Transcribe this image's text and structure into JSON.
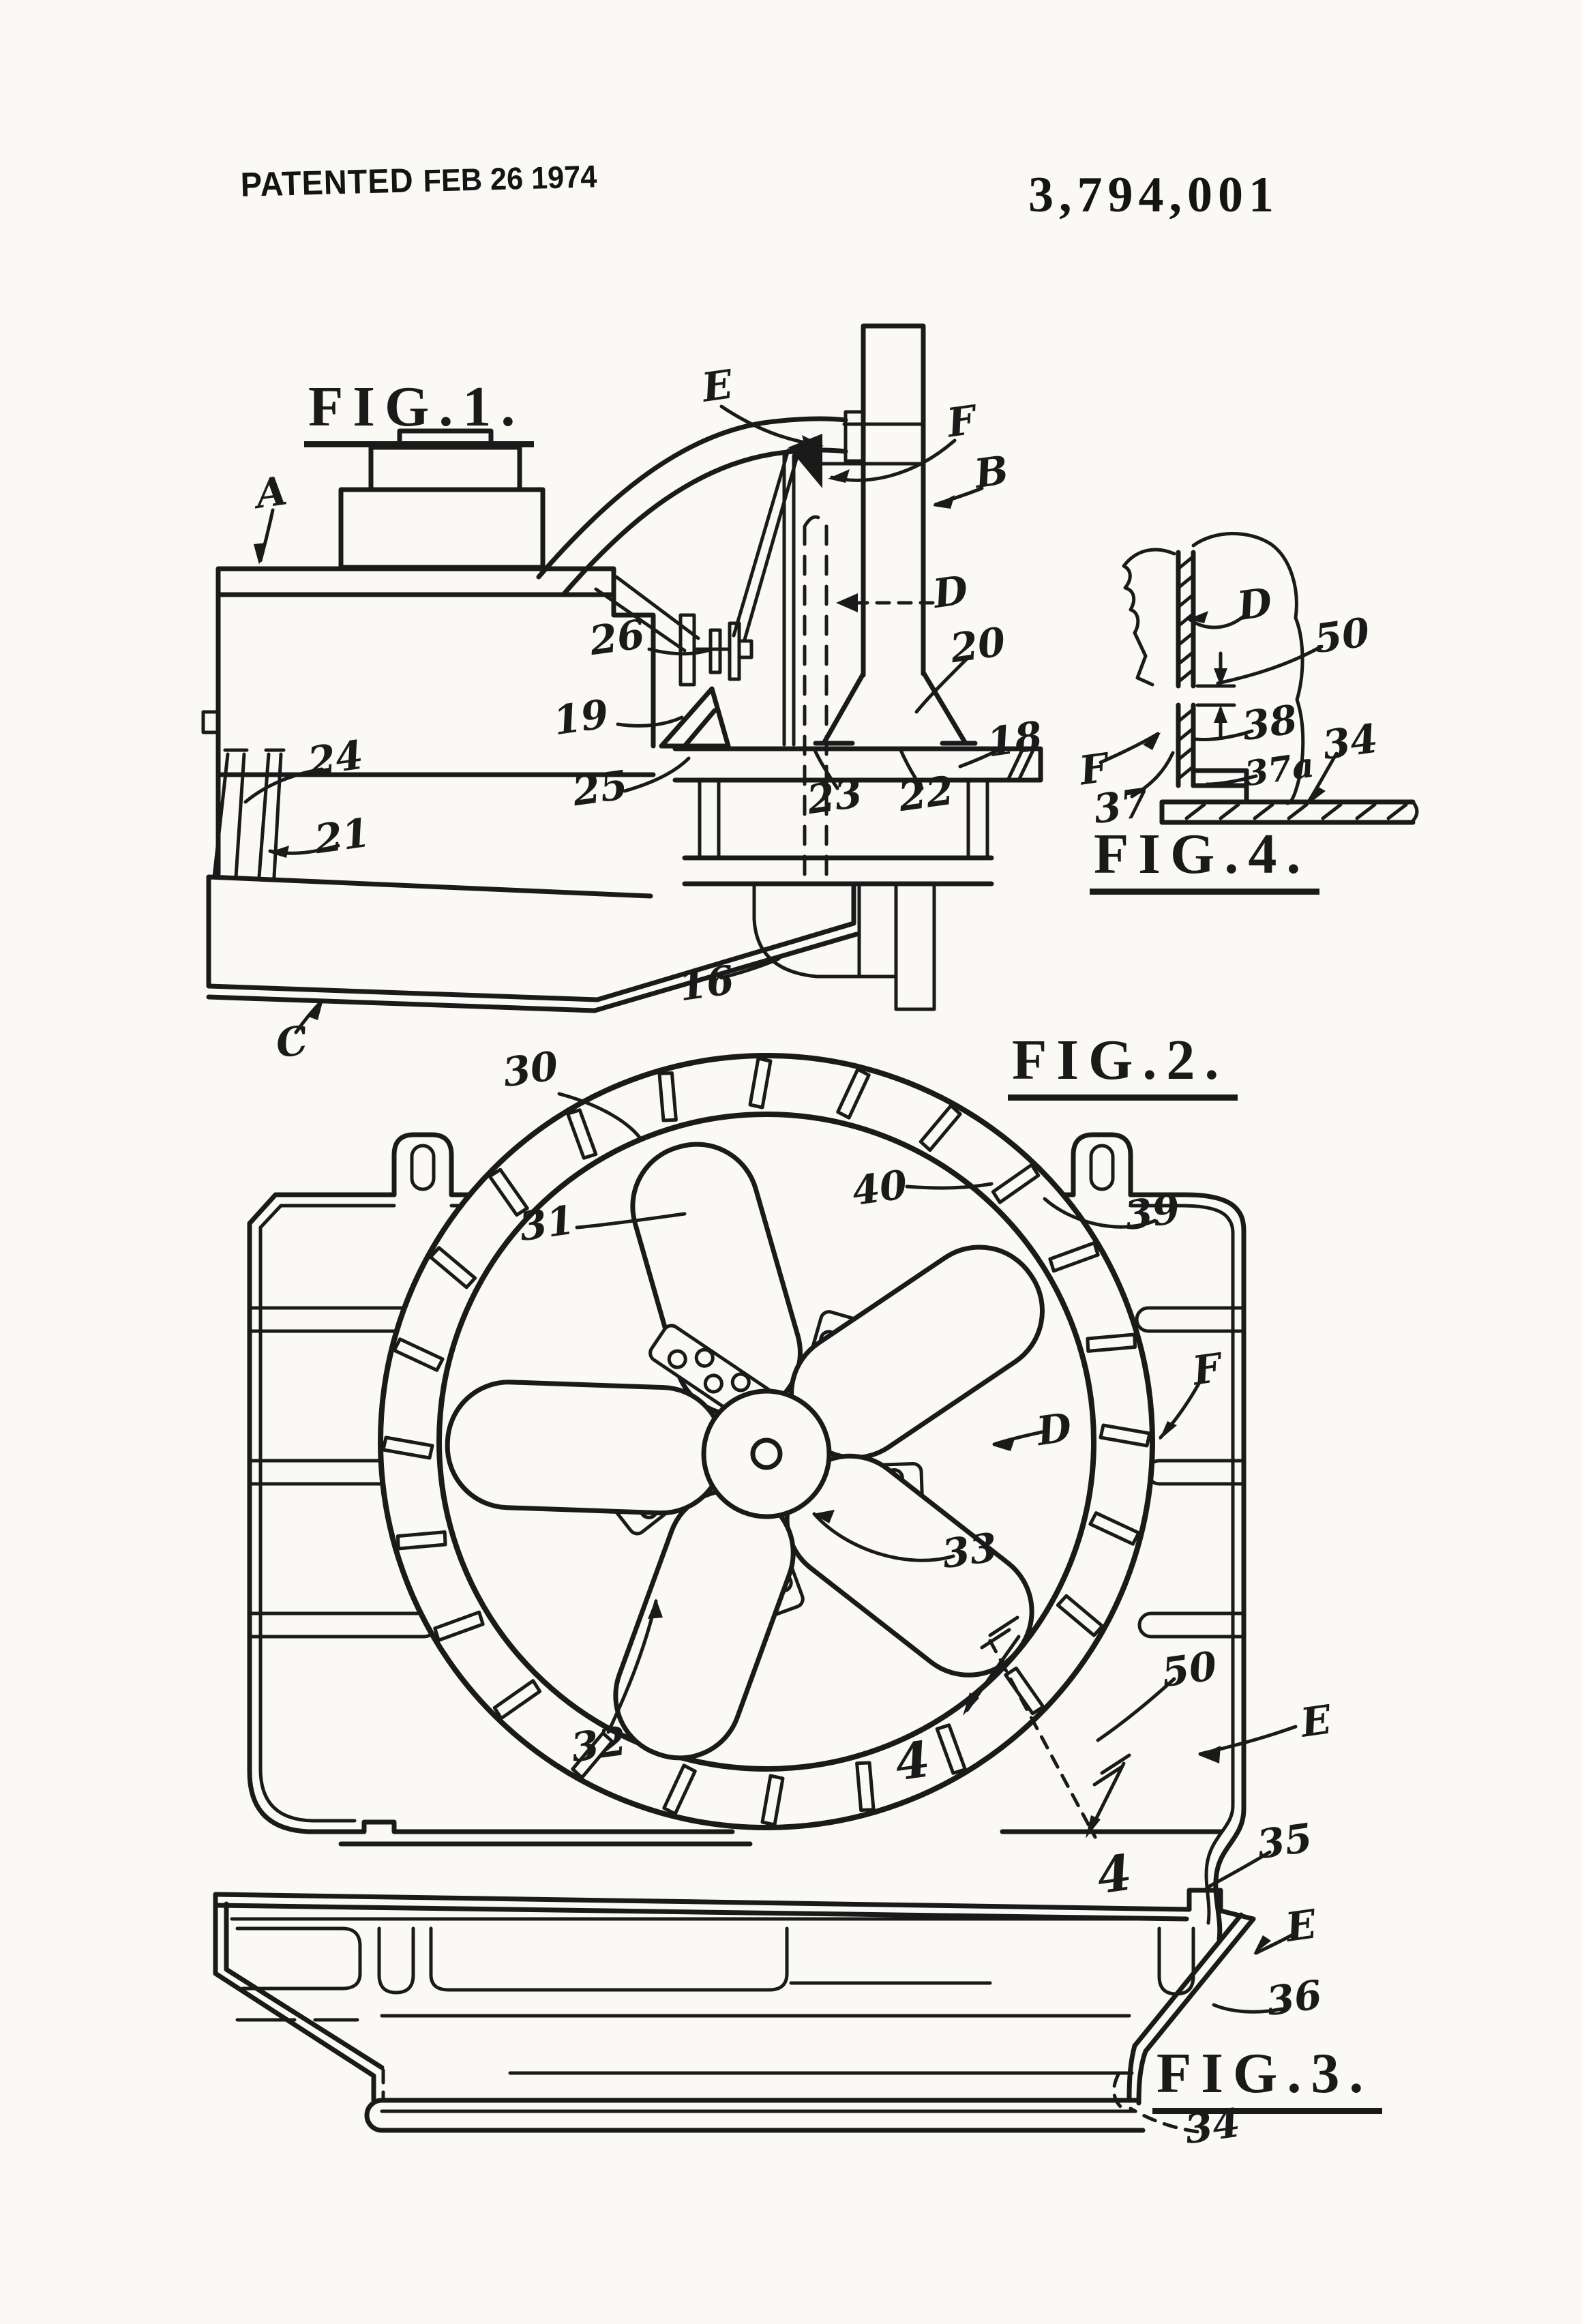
{
  "header": {
    "patented": "PATENTED",
    "date": "FEB 26 1974",
    "number": "3,794,001"
  },
  "fig1": {
    "caption": "FIG.1.",
    "labels": {
      "A": "A",
      "B": "B",
      "C": "C",
      "D": "D",
      "E": "E",
      "F": "F",
      "n16": "16",
      "n18": "18",
      "n19": "19",
      "n20": "20",
      "n21": "21",
      "n22": "22",
      "n23": "23",
      "n24": "24",
      "n25": "25",
      "n26": "26"
    }
  },
  "fig2": {
    "caption": "FIG.2.",
    "labels": {
      "D": "D",
      "E": "E",
      "F": "F",
      "n30": "30",
      "n31": "31",
      "n32": "32",
      "n33": "33",
      "n39": "39",
      "n40": "40",
      "n50": "50",
      "sec_a": "4",
      "sec_b": "4"
    }
  },
  "fig3": {
    "caption": "FIG.3.",
    "labels": {
      "E": "E",
      "n34": "34",
      "n35": "35",
      "n36": "36"
    }
  },
  "fig4": {
    "caption": "FIG.4.",
    "labels": {
      "D": "D",
      "F": "F",
      "n34": "34",
      "n37": "37",
      "n37a": "37a",
      "n38": "38",
      "n50": "50"
    }
  }
}
